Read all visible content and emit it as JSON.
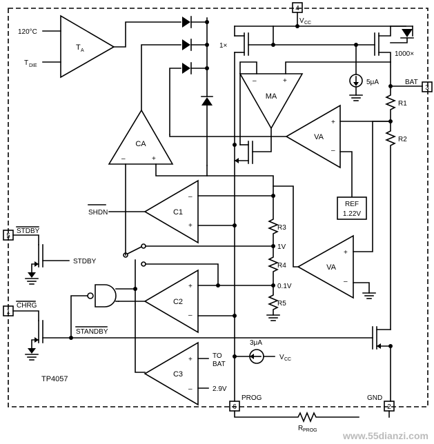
{
  "diagram": {
    "part_number": "TP4057",
    "colors": {
      "line": "#000000",
      "background": "#ffffff",
      "watermark": "#bbbbbb"
    },
    "pins": {
      "vcc": {
        "number": "4",
        "label_main": "V",
        "label_sub": "CC"
      },
      "bat": {
        "number": "3",
        "label": "BAT"
      },
      "stdby": {
        "number": "5",
        "label": "STDBY"
      },
      "chrg": {
        "number": "1",
        "label": "CHRG"
      },
      "prog": {
        "number": "6",
        "label": "PROG"
      },
      "gnd": {
        "number": "2",
        "label": "GND"
      }
    },
    "blocks": {
      "ta": {
        "label_main": "T",
        "label_sub": "A",
        "in1": "120°C",
        "in2_main": "T",
        "in2_sub": "DIE"
      },
      "ma": {
        "label": "MA"
      },
      "va_top": {
        "label": "VA"
      },
      "ca": {
        "label": "CA"
      },
      "c1": {
        "label": "C1",
        "input": "SHDN"
      },
      "va_mid": {
        "label": "VA"
      },
      "c2": {
        "label": "C2"
      },
      "c3": {
        "label": "C3",
        "to_bat_1": "TO",
        "to_bat_2": "BAT",
        "ref": "2.9V"
      },
      "ref": {
        "line1": "REF",
        "line2": "1.22V"
      }
    },
    "labels": {
      "mirror_1x": "1×",
      "mirror_1000x": "1000×",
      "current_5ua": "5μA",
      "current_3ua": "3μA",
      "vcc_src_main": "V",
      "vcc_src_sub": "CC",
      "r1": "R1",
      "r2": "R2",
      "r3": "R3",
      "r4": "R4",
      "r5": "R5",
      "tap_1v": "1V",
      "tap_01v": "0.1V",
      "stdby_int": "STDBY",
      "standby_bar": "STANDBY",
      "rprog_main": "R",
      "rprog_sub": "PROG",
      "plus": "+",
      "minus": "–"
    },
    "watermark": "www.55dianzi.com"
  }
}
